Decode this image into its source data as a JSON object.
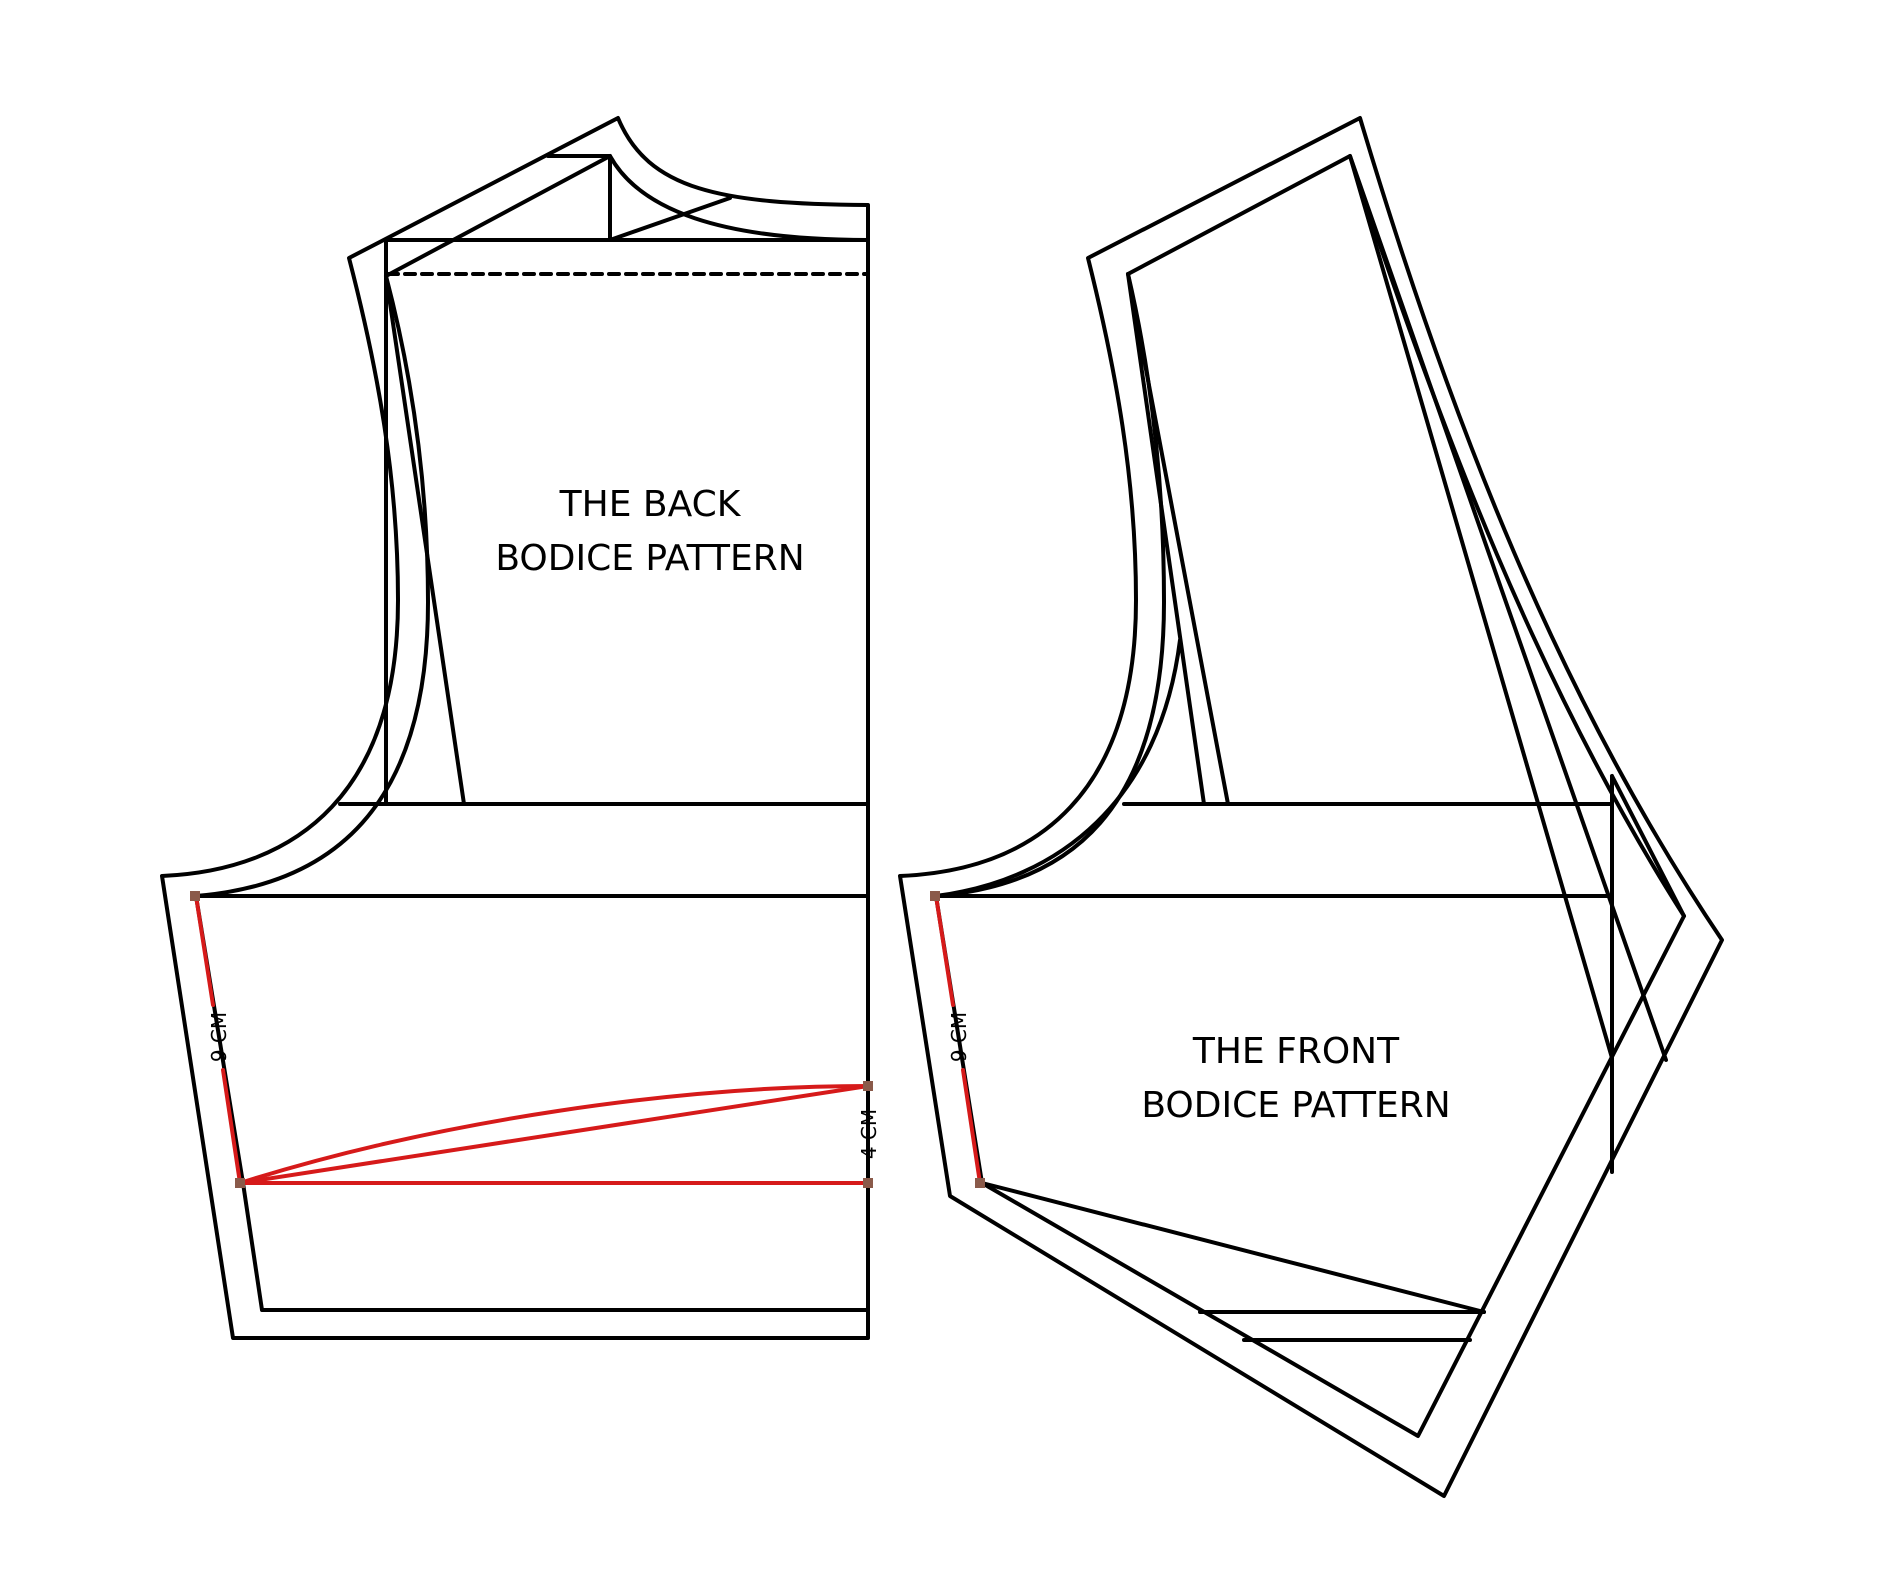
{
  "colors": {
    "outline": "#000000",
    "measurement": "#d61a1a",
    "marker": "#8a5a4a",
    "background": "#ffffff"
  },
  "back_bodice": {
    "title_line1": "THE BACK",
    "title_line2": "BODICE PATTERN",
    "side_measure": "9 CM",
    "center_measure": "4 CM"
  },
  "front_bodice": {
    "title_line1": "THE FRONT",
    "title_line2": "BODICE PATTERN",
    "side_measure": "9 CM"
  }
}
